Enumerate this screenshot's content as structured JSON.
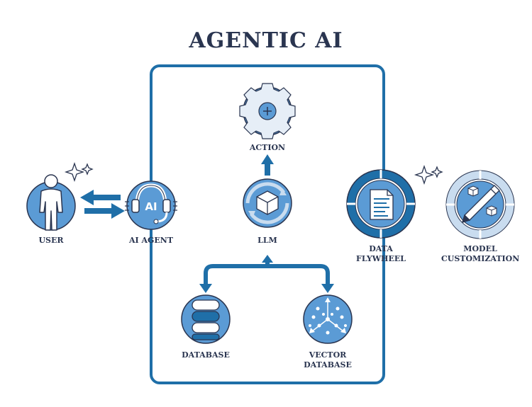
{
  "title": "AGENTIC AI",
  "nodes": {
    "user": "USER",
    "ai_agent": "AI AGENT",
    "ai_badge": "AI",
    "action": "ACTION",
    "llm": "LLM",
    "data_flywheel_l1": "DATA",
    "data_flywheel_l2": "FLYWHEEL",
    "model_customization_l1": "MODEL",
    "model_customization_l2": "CUSTOMIZATION",
    "database": "DATABASE",
    "vector_database_l1": "VECTOR",
    "vector_database_l2": "DATABASE"
  },
  "colors": {
    "dark_blue": "#1f6fa8",
    "mid_blue": "#5b9bd5",
    "light_blue": "#c9dcef",
    "outline": "#2a3550",
    "text": "#2a3550"
  }
}
